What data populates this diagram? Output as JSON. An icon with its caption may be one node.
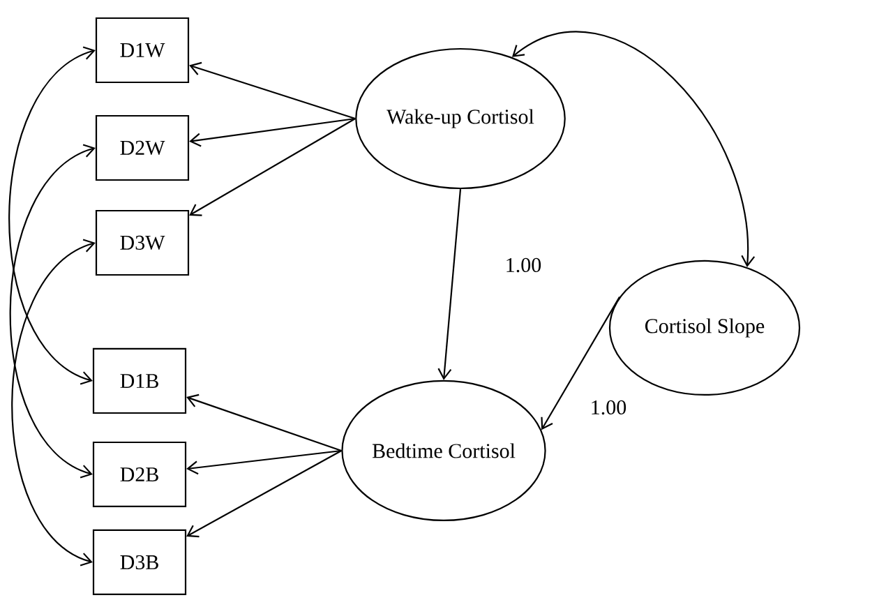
{
  "diagram": {
    "nodes": [
      {
        "text": [
          "D1W"
        ]
      },
      {
        "text": [
          "D2W"
        ]
      },
      {
        "text": [
          "D3W"
        ]
      },
      {
        "text": [
          "D1B"
        ]
      },
      {
        "text": [
          "D2B"
        ]
      },
      {
        "text": [
          "D3B"
        ]
      },
      {
        "text": [
          "Wake-up Cortisol"
        ]
      },
      {
        "text": [
          "Bedtime Cortisol"
        ]
      },
      {
        "text": [
          "Cortisol Slope"
        ]
      }
    ],
    "edges": [
      {
        "from": 6,
        "to": 0,
        "arrow": "to"
      },
      {
        "from": 6,
        "to": 1,
        "arrow": "to"
      },
      {
        "from": 6,
        "to": 2,
        "arrow": "to"
      },
      {
        "from": 7,
        "to": 3,
        "arrow": "to"
      },
      {
        "from": 7,
        "to": 4,
        "arrow": "to"
      },
      {
        "from": 7,
        "to": 5,
        "arrow": "to"
      },
      {
        "from": 6,
        "to": 7,
        "arrow": "to",
        "label": "1.00"
      },
      {
        "from": 8,
        "to": 7,
        "arrow": "to",
        "label": "1.00"
      },
      {
        "from": 6,
        "to": 8,
        "arrow": "both"
      },
      {
        "from": 0,
        "to": 3,
        "arrow": "both"
      },
      {
        "from": 1,
        "to": 4,
        "arrow": "both"
      },
      {
        "from": 2,
        "to": 5,
        "arrow": "both"
      }
    ]
  }
}
